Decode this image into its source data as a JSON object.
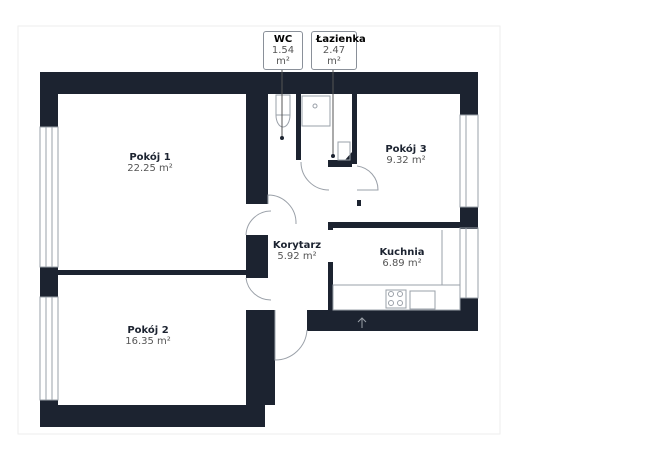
{
  "rooms": [
    {
      "name": "Pokój 1",
      "area": "22.25 m²"
    },
    {
      "name": "Pokój 2",
      "area": "16.35 m²"
    },
    {
      "name": "Pokój 3",
      "area": "9.32 m²"
    },
    {
      "name": "Korytarz",
      "area": "5.92 m²"
    },
    {
      "name": "Kuchnia",
      "area": "6.89 m²"
    },
    {
      "name": "WC",
      "area": "1.54 m²"
    },
    {
      "name": "Łazienka",
      "area": "2.47 m²"
    }
  ],
  "colors": {
    "wall": "#1c2330"
  }
}
